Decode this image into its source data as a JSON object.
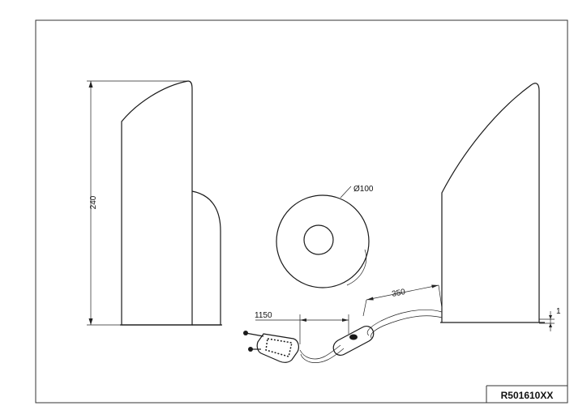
{
  "drawing": {
    "height_label": "240",
    "diameter_label": "Ø100",
    "cable_label": "1150",
    "switch_label": "350",
    "base_label": "1",
    "product_code": "R501610XX"
  },
  "colors": {
    "line": "#1a1a1a",
    "frame": "#333333",
    "background": "#ffffff"
  }
}
